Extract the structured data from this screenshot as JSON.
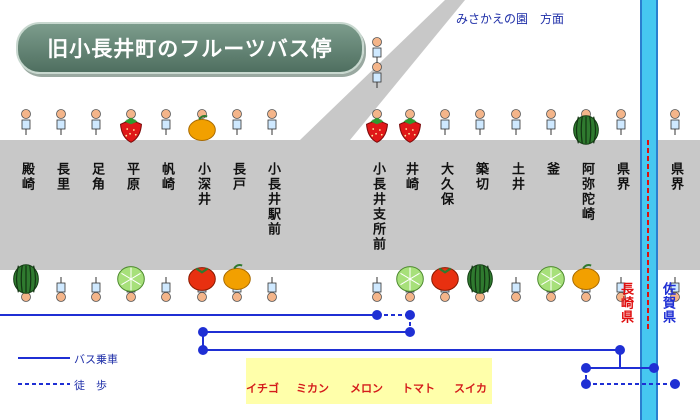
{
  "title": "旧小長井町のフルーツバス停",
  "direction_label": "みさかえの園　方面",
  "stops": [
    {
      "name": "殿崎",
      "fruit_top": "",
      "fruit_bottom": "watermelon"
    },
    {
      "name": "長里",
      "fruit_top": "",
      "fruit_bottom": ""
    },
    {
      "name": "足角",
      "fruit_top": "",
      "fruit_bottom": ""
    },
    {
      "name": "平原",
      "fruit_top": "strawberry",
      "fruit_bottom": "melon"
    },
    {
      "name": "帆崎",
      "fruit_top": "",
      "fruit_bottom": ""
    },
    {
      "name": "小深井",
      "fruit_top": "mikan",
      "fruit_bottom": "tomato"
    },
    {
      "name": "長戸",
      "fruit_top": "",
      "fruit_bottom": "mikan"
    },
    {
      "name": "小長井駅前",
      "fruit_top": "",
      "fruit_bottom": ""
    },
    {
      "name": "小長井支所前",
      "fruit_top": "strawberry",
      "fruit_bottom": ""
    },
    {
      "name": "井崎",
      "fruit_top": "strawberry",
      "fruit_bottom": "melon"
    },
    {
      "name": "大久保",
      "fruit_top": "",
      "fruit_bottom": "tomato"
    },
    {
      "name": "築切",
      "fruit_top": "",
      "fruit_bottom": "watermelon"
    },
    {
      "name": "土井",
      "fruit_top": "",
      "fruit_bottom": ""
    },
    {
      "name": "釜",
      "fruit_top": "",
      "fruit_bottom": "melon"
    },
    {
      "name": "阿弥陀崎",
      "fruit_top": "watermelon",
      "fruit_bottom": "mikan"
    },
    {
      "name": "県界",
      "fruit_top": "",
      "fruit_bottom": ""
    },
    {
      "name": "県界",
      "fruit_top": "",
      "fruit_bottom": ""
    }
  ],
  "prefectures": {
    "left": "長崎県",
    "right": "佐賀県"
  },
  "legend": {
    "bus": "バス乗車",
    "walk": "徒　歩"
  },
  "fruit_legend": [
    {
      "kind": "strawberry",
      "label": "イチゴ"
    },
    {
      "kind": "mikan",
      "label": "ミカン"
    },
    {
      "kind": "melon",
      "label": "メロン"
    },
    {
      "kind": "tomato",
      "label": "トマト"
    },
    {
      "kind": "watermelon",
      "label": "スイカ"
    }
  ],
  "colors": {
    "route": "#1f2fd4",
    "border": "#e01010",
    "road": "#c8c8c8",
    "river": "#46c8f0",
    "strawberry": "#e01818",
    "mikan": "#f2a000",
    "melon": "#a7e07a",
    "tomato": "#e83010",
    "watermelon": "#2f7a2f"
  }
}
